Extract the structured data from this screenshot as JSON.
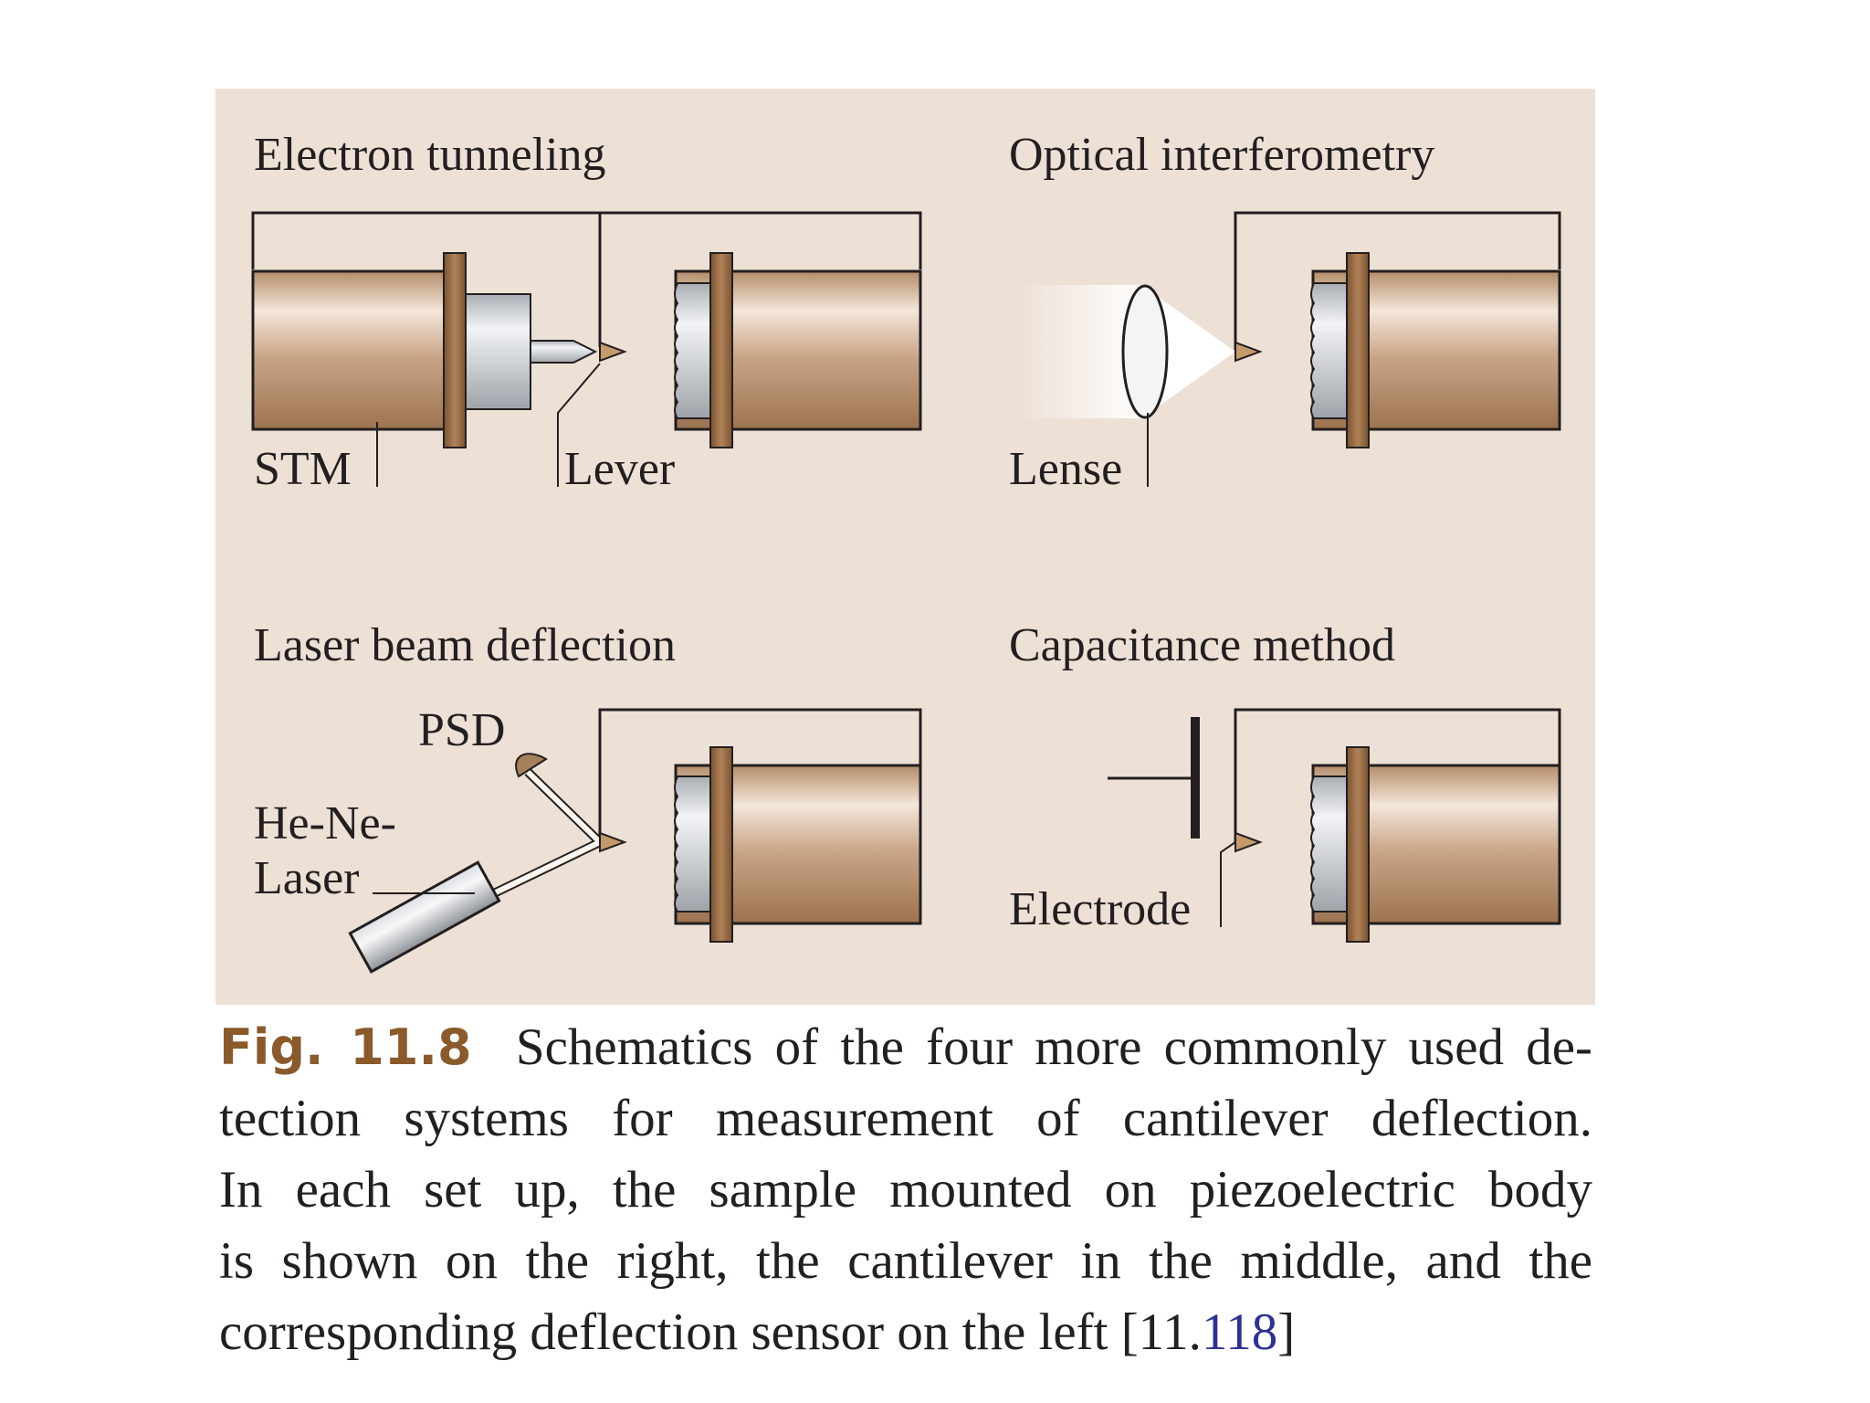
{
  "panels": {
    "electron_tunneling": {
      "title": "Electron tunneling",
      "labels": {
        "stm": "STM",
        "lever": "Lever"
      }
    },
    "optical_interferometry": {
      "title": "Optical interferometry",
      "labels": {
        "lense": "Lense"
      }
    },
    "laser_beam_deflection": {
      "title": "Laser beam deflection",
      "labels": {
        "psd": "PSD",
        "laser_line1": "He-Ne-",
        "laser_line2": "Laser"
      }
    },
    "capacitance_method": {
      "title": "Capacitance method",
      "labels": {
        "electrode": "Electrode"
      }
    }
  },
  "caption": {
    "figure_label": "Fig. 11.8",
    "lines": [
      "Schematics of the four more commonly used de-",
      "tection systems for measurement of cantilever deflection.",
      "In each set up, the sample mounted on piezoelectric body",
      "is shown on the right, the cantilever in the middle, and the",
      "corresponding deflection sensor on the left [11."
    ],
    "reference": "118",
    "reference_close": "]"
  },
  "colors": {
    "panel_background": "#ede1d6",
    "piezo_brown": "#a6805c",
    "sample_gray": "#c9ccd0",
    "flange": "#8b6238",
    "caption_label": "#8b5a2b",
    "reference_link": "#2e3192"
  }
}
